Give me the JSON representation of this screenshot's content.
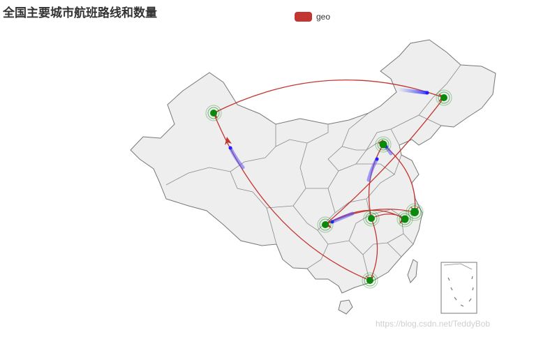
{
  "title": "全国主要城市航班路线和数量",
  "legend": {
    "label": "geo",
    "color": "#c23531"
  },
  "watermark": "https://blog.csdn.net/TeddyBob",
  "colors": {
    "land": "#eeeeee",
    "border": "#777777",
    "route": "#c23531",
    "city": "#008000",
    "trail": "#4b4bff"
  },
  "map_data": {
    "region": "China",
    "routes": [
      {
        "from": "city-ne",
        "to": "city-xj"
      },
      {
        "from": "city-xj",
        "to": "city-ne"
      },
      {
        "from": "city-ne",
        "to": "city-sw"
      },
      {
        "from": "city-sw",
        "to": "city-east"
      },
      {
        "from": "city-sw",
        "to": "city-south"
      },
      {
        "from": "city-central",
        "to": "city-east"
      },
      {
        "from": "city-central",
        "to": "city-north"
      },
      {
        "from": "city-north",
        "to": "city-east"
      },
      {
        "from": "city-central",
        "to": "city-south"
      },
      {
        "from": "city-east",
        "to": "city-sw"
      }
    ]
  }
}
